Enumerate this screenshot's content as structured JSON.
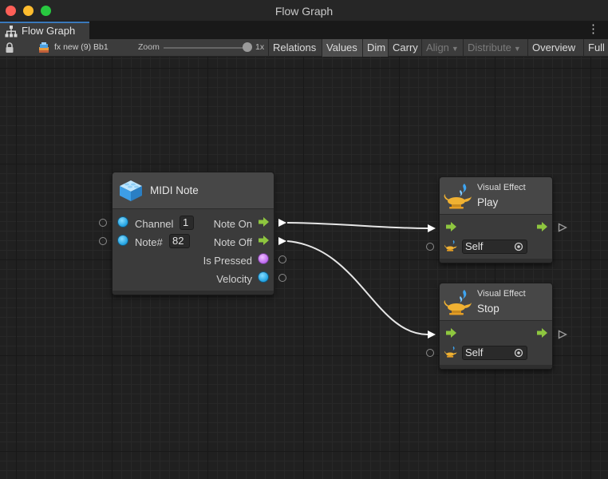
{
  "window": {
    "title": "Flow Graph"
  },
  "tab": {
    "label": "Flow Graph",
    "icon": "hierarchy-icon",
    "menu_icon": "kebab-menu-icon"
  },
  "toolbar": {
    "asset_label": "fx new (9) Bb1",
    "zoom_label": "Zoom",
    "zoom_value": "1x",
    "zoom_level": 1.0,
    "buttons": {
      "relations": "Relations",
      "values": "Values",
      "dim": "Dim",
      "carry": "Carry",
      "align": "Align",
      "distribute": "Distribute",
      "overview": "Overview",
      "full_screen": "Full Screen"
    }
  },
  "nodes": {
    "midi_note": {
      "title": "MIDI Note",
      "icon": "midi-block-icon",
      "inputs": [
        {
          "label": "Channel",
          "value": "1"
        },
        {
          "label": "Note#",
          "value": "82"
        }
      ],
      "outputs": [
        "Note On",
        "Note Off",
        "Is Pressed",
        "Velocity"
      ]
    },
    "vfx_play": {
      "category": "Visual Effect",
      "title": "Play",
      "target": "Self",
      "icon": "genie-lamp-icon"
    },
    "vfx_stop": {
      "category": "Visual Effect",
      "title": "Stop",
      "target": "Self",
      "icon": "genie-lamp-icon"
    }
  },
  "colors": {
    "control_port": "#8ec63f",
    "value_port_float": "#1fa0e0",
    "value_port_bool": "#bb66ee",
    "tab_accent": "#3a79bb"
  }
}
